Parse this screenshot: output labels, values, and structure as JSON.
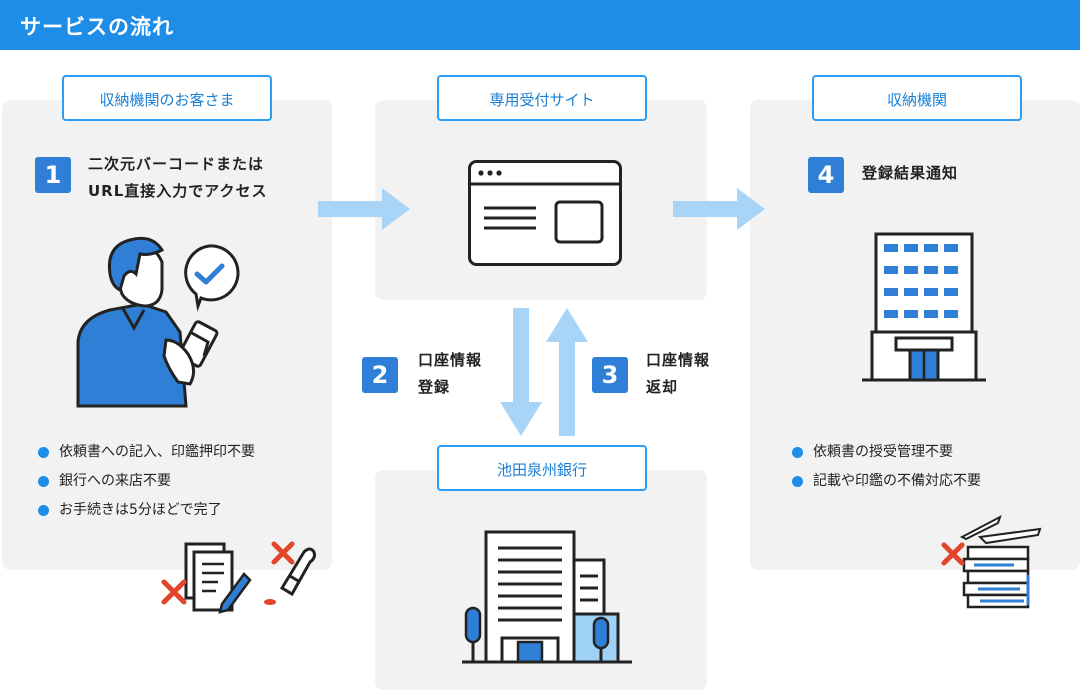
{
  "header": {
    "title": "サービスの流れ"
  },
  "columns": {
    "customer": {
      "tag": "収納機関のお客さま",
      "step_number": "1",
      "step_text": "二次元バーコードまたは\nURL直接入力でアクセス",
      "bullets": [
        "依頼書への記入、印鑑押印不要",
        "銀行への来店不要",
        "お手続きは5分ほどで完了"
      ]
    },
    "site": {
      "tag": "専用受付サイト"
    },
    "institution": {
      "tag": "収納機関",
      "step_number": "4",
      "step_text": "登録結果通知",
      "bullets": [
        "依頼書の授受管理不要",
        "記載や印鑑の不備対応不要"
      ]
    },
    "bank": {
      "tag": "池田泉州銀行"
    }
  },
  "steps_middle": {
    "register": {
      "number": "2",
      "text": "口座情報\n登録"
    },
    "return": {
      "number": "3",
      "text": "口座情報\n返却"
    }
  },
  "colors": {
    "header": "#1e8de8",
    "step_badge": "#2f7fd6",
    "arrow": "#a8d4f7",
    "cross": "#e2442c",
    "panel": "#f2f2f2"
  }
}
